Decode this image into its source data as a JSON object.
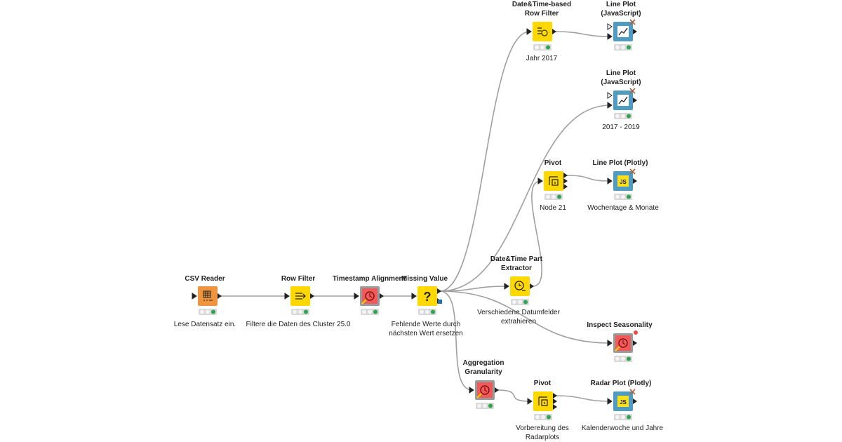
{
  "colors": {
    "source": "#f0953f",
    "manipulator": "#ffd800",
    "component": "#9a9a9a",
    "component_inner": "#f25a5a",
    "view": "#4f9cc0",
    "wire": "#a0a0a0",
    "status_off": "#e8e8e8",
    "status_ok": "#2ea44f",
    "error": "#f04848",
    "port_blue": "#1f6fbf"
  },
  "nodes": [
    {
      "id": "csv-reader",
      "title": "CSV Reader",
      "caption": "Lese Datensatz ein.",
      "kind": "source",
      "icon": "csv-table-icon"
    },
    {
      "id": "row-filter",
      "title": "Row Filter",
      "caption": "Filtere die Daten des Cluster 25.0",
      "kind": "manipulator",
      "icon": "filter-arrows-icon"
    },
    {
      "id": "timestamp-alignment",
      "title": "Timestamp Alignment",
      "caption": "",
      "kind": "component",
      "icon": "clock-icon"
    },
    {
      "id": "missing-value",
      "title": "Missing Value",
      "caption": "Fehlende Werte durch\nnächsten Wert ersetzen",
      "kind": "manipulator",
      "icon": "question-mark-icon"
    },
    {
      "id": "date-time-row-filter",
      "title": "Date&Time-based\nRow Filter",
      "caption": "Jahr 2017",
      "kind": "manipulator",
      "icon": "date-filter-icon"
    },
    {
      "id": "line-plot-js-1",
      "title": "Line Plot\n(JavaScript)",
      "caption": "",
      "kind": "view",
      "icon": "line-chart-icon"
    },
    {
      "id": "line-plot-js-2",
      "title": "Line Plot\n(JavaScript)",
      "caption": "2017 - 2019",
      "kind": "view",
      "icon": "line-chart-icon"
    },
    {
      "id": "pivot-1",
      "title": "Pivot",
      "caption": "Node 21",
      "kind": "manipulator",
      "icon": "pivot-icon"
    },
    {
      "id": "line-plot-plotly",
      "title": "Line Plot (Plotly)",
      "caption": "Wochentage & Monate",
      "kind": "view",
      "icon": "js-icon"
    },
    {
      "id": "date-time-part-extractor",
      "title": "Date&Time Part\nExtractor",
      "caption": "Verschiedene Datumfelder\nextrahieren",
      "kind": "manipulator",
      "icon": "clock-extract-icon"
    },
    {
      "id": "inspect-seasonality",
      "title": "Inspect Seasonality",
      "caption": "",
      "kind": "component",
      "icon": "clock-icon"
    },
    {
      "id": "aggregation-granularity",
      "title": "Aggregation\nGranularity",
      "caption": "",
      "kind": "component",
      "icon": "clock-icon"
    },
    {
      "id": "pivot-2",
      "title": "Pivot",
      "caption": "Vorbereitung des\nRadarplots",
      "kind": "manipulator",
      "icon": "pivot-icon"
    },
    {
      "id": "radar-plot-plotly",
      "title": "Radar Plot (Plotly)",
      "caption": "Kalenderwoche und Jahre",
      "kind": "view",
      "icon": "js-icon"
    }
  ],
  "connections": [
    {
      "from": "csv-reader",
      "to": "row-filter"
    },
    {
      "from": "row-filter",
      "to": "timestamp-alignment"
    },
    {
      "from": "timestamp-alignment",
      "to": "missing-value"
    },
    {
      "from": "missing-value",
      "to": "date-time-row-filter"
    },
    {
      "from": "date-time-row-filter",
      "to": "line-plot-js-1"
    },
    {
      "from": "missing-value",
      "to": "line-plot-js-2"
    },
    {
      "from": "missing-value",
      "to": "date-time-part-extractor"
    },
    {
      "from": "date-time-part-extractor",
      "to": "pivot-1"
    },
    {
      "from": "pivot-1",
      "to": "line-plot-plotly"
    },
    {
      "from": "missing-value",
      "to": "inspect-seasonality"
    },
    {
      "from": "missing-value",
      "to": "aggregation-granularity"
    },
    {
      "from": "aggregation-granularity",
      "to": "pivot-2"
    },
    {
      "from": "pivot-2",
      "to": "radar-plot-plotly"
    }
  ]
}
